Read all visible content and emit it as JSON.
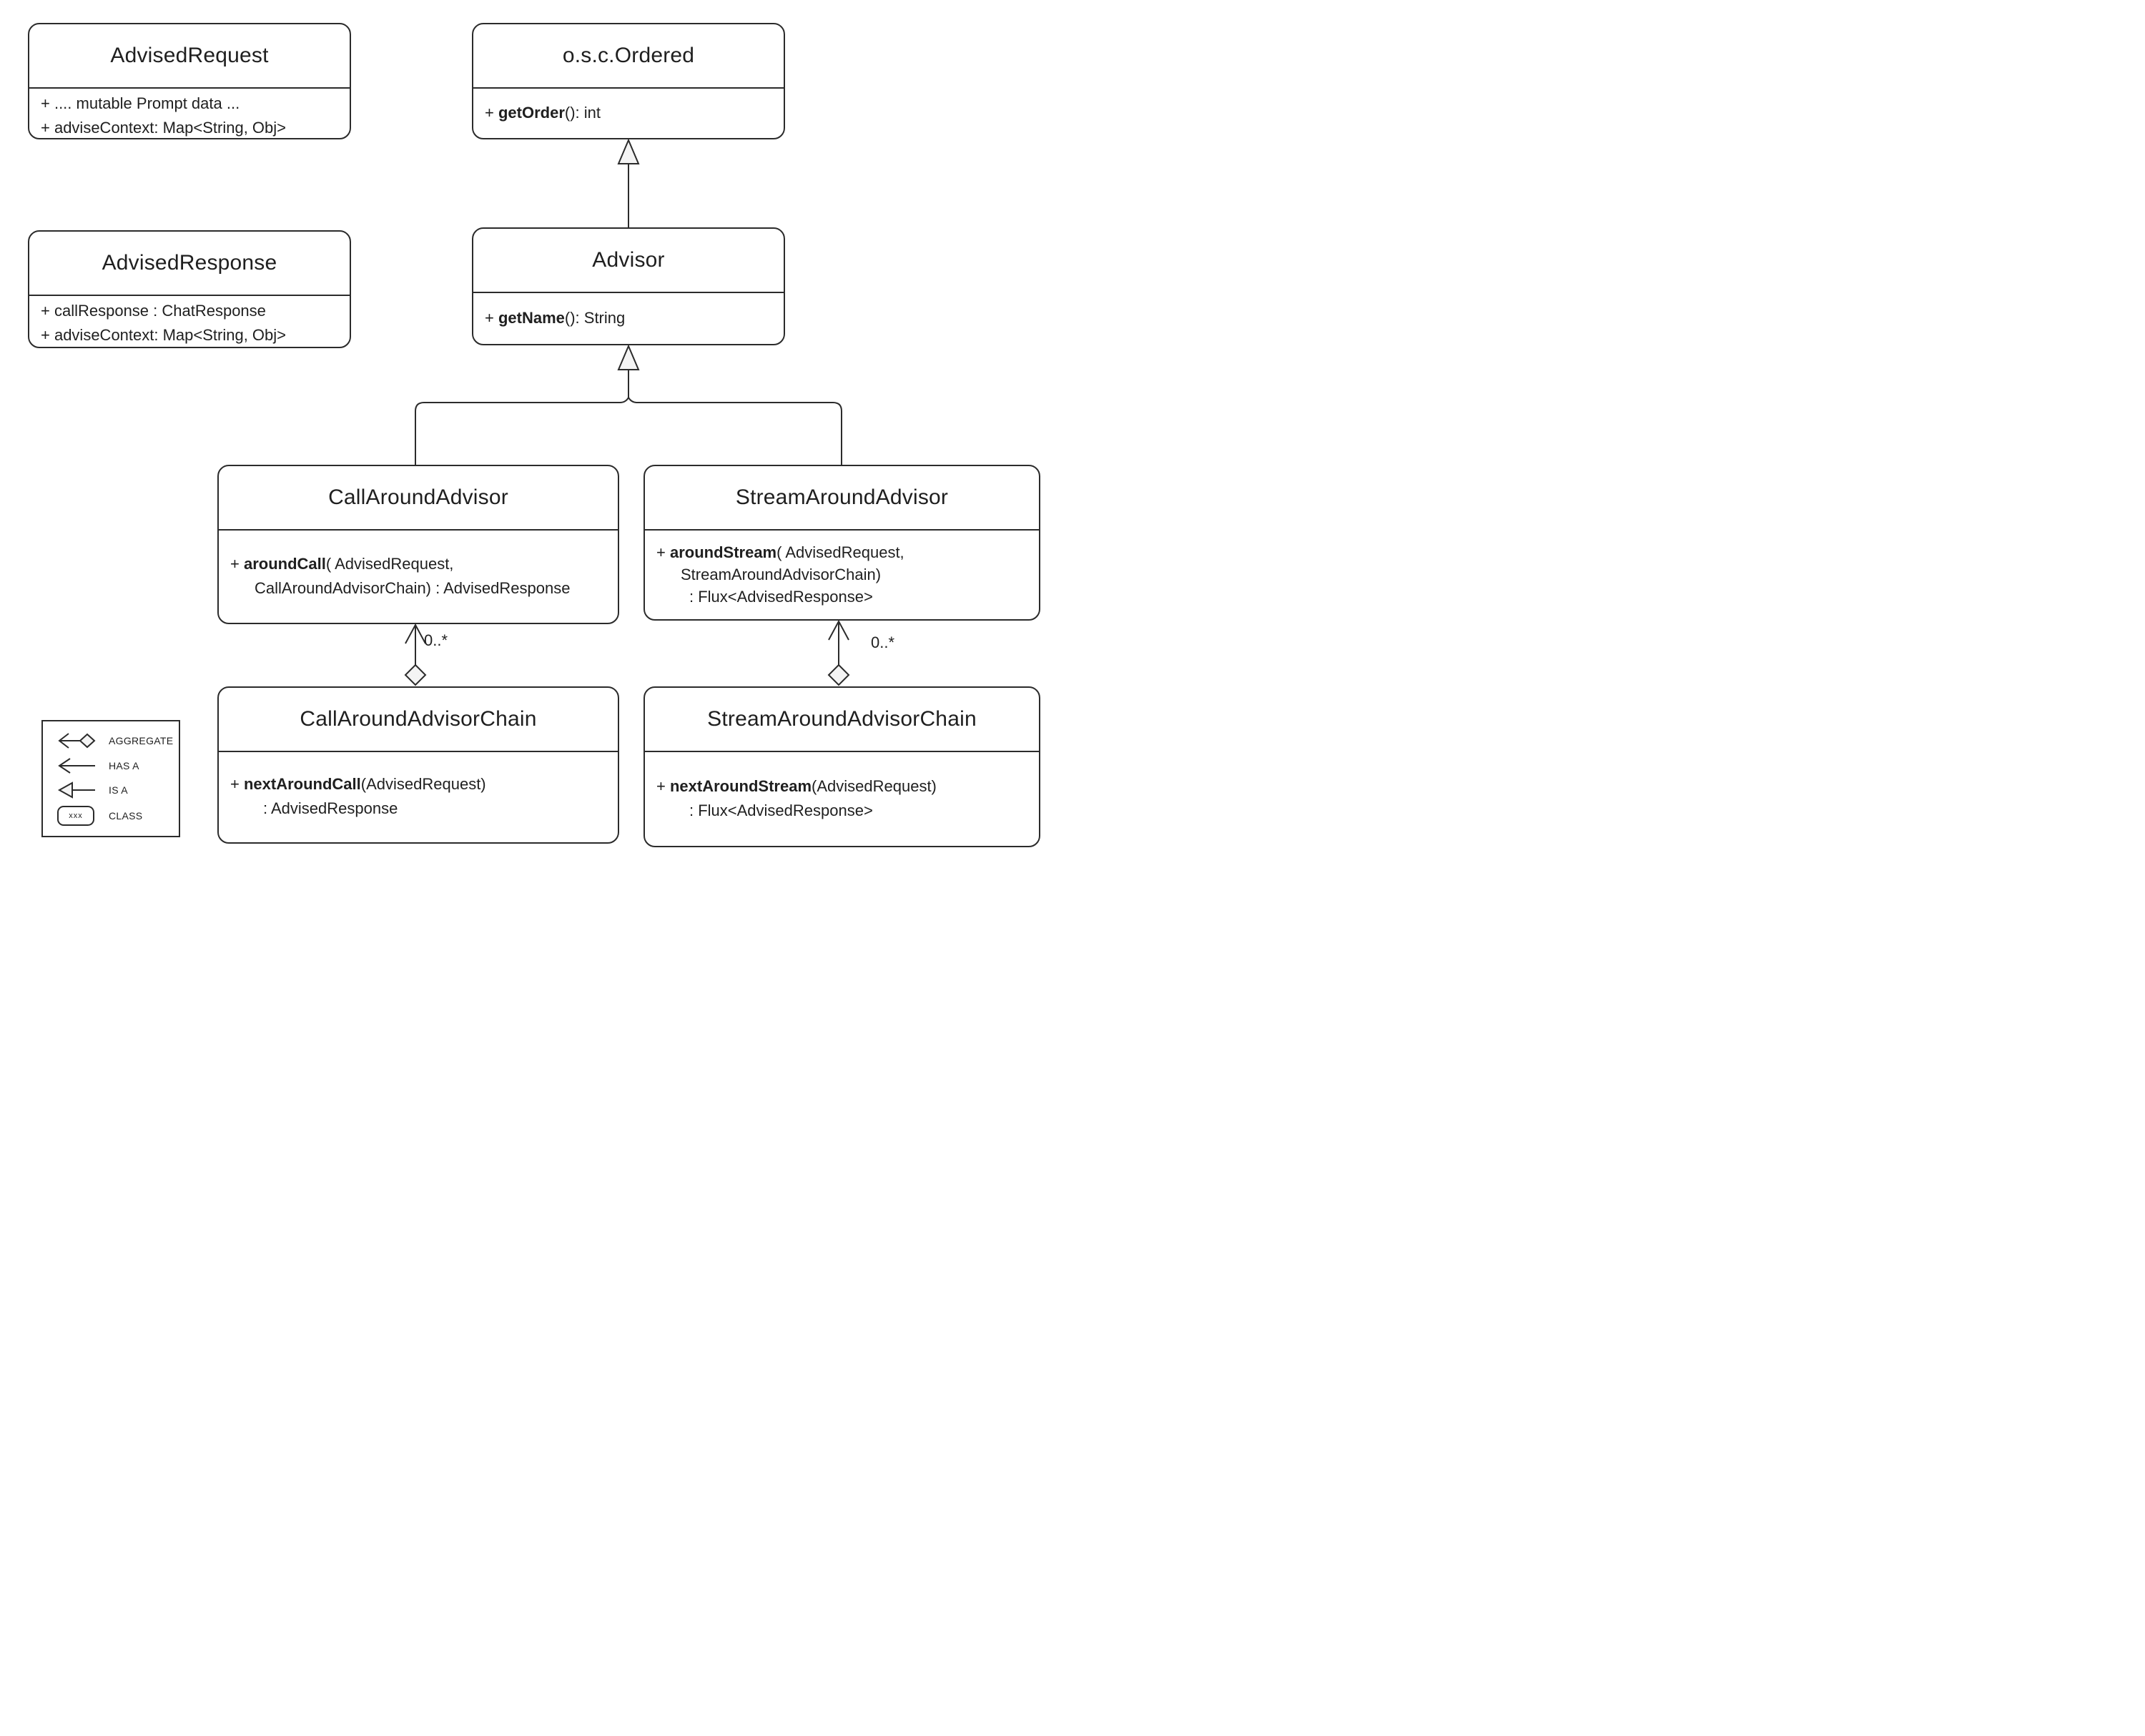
{
  "colors": {
    "stroke": "#2b2b2b",
    "arrow_fill": "#f4f4f4",
    "background": "#ffffff"
  },
  "classes": {
    "advised_request": {
      "title": "AdvisedRequest",
      "members": [
        {
          "pre": "+ .... mutable Prompt data ...",
          "bold": "",
          "rest": ""
        },
        {
          "pre": "+ adviseContext: Map<String, Obj>",
          "bold": "",
          "rest": ""
        }
      ]
    },
    "ordered": {
      "title": "o.s.c.Ordered",
      "members": [
        {
          "pre": "+ ",
          "bold": "getOrder",
          "rest": "(): int"
        }
      ]
    },
    "advised_response": {
      "title": "AdvisedResponse",
      "members": [
        {
          "pre": "+ callResponse : ChatResponse",
          "bold": "",
          "rest": ""
        },
        {
          "pre": "+ adviseContext: Map<String, Obj>",
          "bold": "",
          "rest": ""
        }
      ]
    },
    "advisor": {
      "title": "Advisor",
      "members": [
        {
          "pre": "+ ",
          "bold": "getName",
          "rest": "(): String"
        }
      ]
    },
    "call_around_advisor": {
      "title": "CallAroundAdvisor",
      "members": [
        {
          "pre": "+ ",
          "bold": "aroundCall",
          "rest": "( AdvisedRequest,"
        },
        {
          "pre": "CallAroundAdvisorChain) : AdvisedResponse",
          "bold": "",
          "rest": ""
        }
      ]
    },
    "stream_around_advisor": {
      "title": "StreamAroundAdvisor",
      "members": [
        {
          "pre": "+ ",
          "bold": "aroundStream",
          "rest": "( AdvisedRequest,"
        },
        {
          "pre": "StreamAroundAdvisorChain)",
          "bold": "",
          "rest": ""
        },
        {
          "pre": ": Flux<AdvisedResponse>",
          "bold": "",
          "rest": ""
        }
      ]
    },
    "call_around_advisor_chain": {
      "title": "CallAroundAdvisorChain",
      "members": [
        {
          "pre": "+ ",
          "bold": "nextAroundCall",
          "rest": "(AdvisedRequest)"
        },
        {
          "pre": ": AdvisedResponse",
          "bold": "",
          "rest": ""
        }
      ]
    },
    "stream_around_advisor_chain": {
      "title": "StreamAroundAdvisorChain",
      "members": [
        {
          "pre": "+ ",
          "bold": "nextAroundStream",
          "rest": "(AdvisedRequest)"
        },
        {
          "pre": ": Flux<AdvisedResponse>",
          "bold": "",
          "rest": ""
        }
      ]
    }
  },
  "relationships": {
    "call_chain_multiplicity": "0..*",
    "stream_chain_multiplicity": "0..*"
  },
  "legend": {
    "items": [
      {
        "label": "AGGREGATE"
      },
      {
        "label": "HAS A"
      },
      {
        "label": "IS A"
      },
      {
        "label": "CLASS",
        "sample": "xxx"
      }
    ]
  }
}
